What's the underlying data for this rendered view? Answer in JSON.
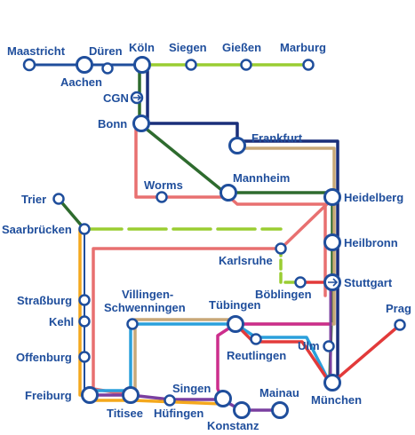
{
  "colors": {
    "label": "#1f4e9c",
    "navy": "#1a2f7a",
    "lime": "#9acd32",
    "dark_green": "#2e6b2e",
    "salmon": "#e87070",
    "orange": "#f4a81d",
    "tan": "#c8a878",
    "magenta": "#cc2e8c",
    "sky": "#2aa0dc",
    "purple": "#7a3fa0",
    "red": "#e23a3a",
    "green": "#3aa040"
  },
  "stations": {
    "maastricht": "Maastricht",
    "dueren": "Düren",
    "aachen": "Aachen",
    "koeln": "Köln",
    "siegen": "Siegen",
    "giessen": "Gießen",
    "marburg": "Marburg",
    "cgn": "CGN",
    "bonn": "Bonn",
    "frankfurt": "Frankfurt",
    "mannheim": "Mannheim",
    "worms": "Worms",
    "trier": "Trier",
    "heidelberg": "Heidelberg",
    "saarbruecken": "Saarbrücken",
    "heilbronn": "Heilbronn",
    "karlsruhe": "Karlsruhe",
    "boeblingen": "Böblingen",
    "stuttgart": "Stuttgart",
    "prag": "Prag",
    "strassburg": "Straßburg",
    "villingen_1": "Villingen-",
    "villingen_2": "Schwenningen",
    "tuebingen": "Tübingen",
    "kehl": "Kehl",
    "reutlingen": "Reutlingen",
    "ulm": "Ulm",
    "offenburg": "Offenburg",
    "singen": "Singen",
    "mainau": "Mainau",
    "freiburg": "Freiburg",
    "titisee": "Titisee",
    "huefingen": "Hüfingen",
    "konstanz": "Konstanz",
    "muenchen": "München"
  }
}
